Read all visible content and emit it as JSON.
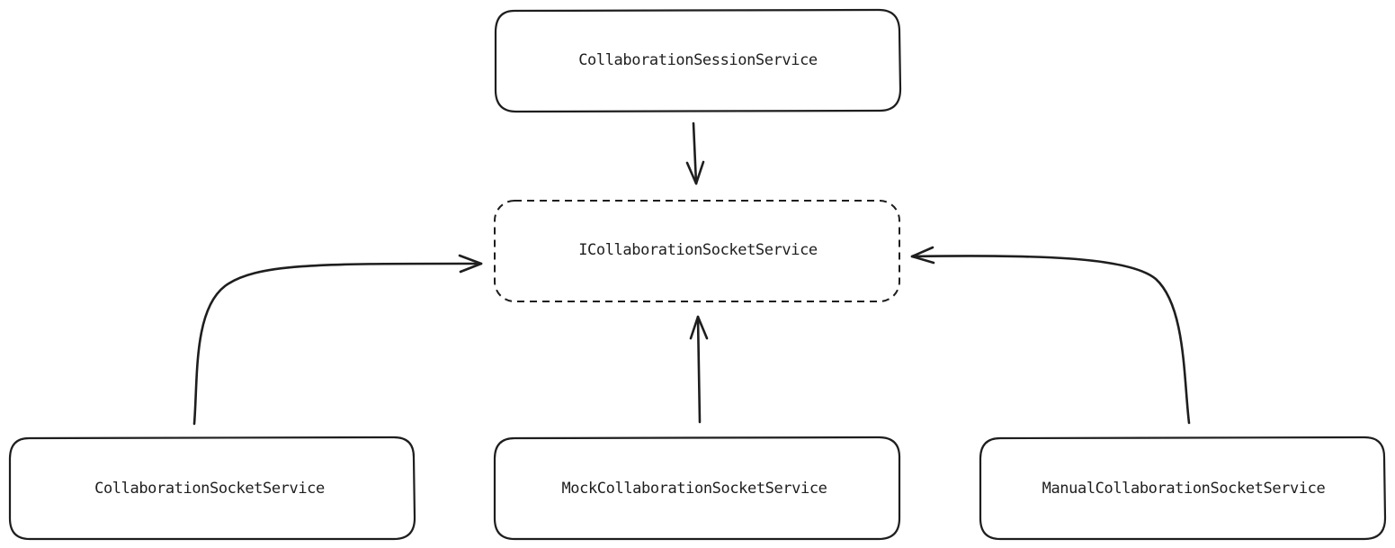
{
  "diagram": {
    "type": "class-dependency-diagram",
    "colors": {
      "stroke": "#1e1e1e",
      "fill": "#ffffff",
      "text": "#1e1e1e"
    },
    "nodes": {
      "session": {
        "label": "CollaborationSessionService",
        "style": "solid"
      },
      "interface": {
        "label": "ICollaborationSocketService",
        "style": "dashed"
      },
      "socket": {
        "label": "CollaborationSocketService",
        "style": "solid"
      },
      "mock": {
        "label": "MockCollaborationSocketService",
        "style": "solid"
      },
      "manual": {
        "label": "ManualCollaborationSocketService",
        "style": "solid"
      }
    },
    "edges": [
      {
        "from": "session",
        "to": "interface"
      },
      {
        "from": "socket",
        "to": "interface"
      },
      {
        "from": "mock",
        "to": "interface"
      },
      {
        "from": "manual",
        "to": "interface"
      }
    ]
  }
}
